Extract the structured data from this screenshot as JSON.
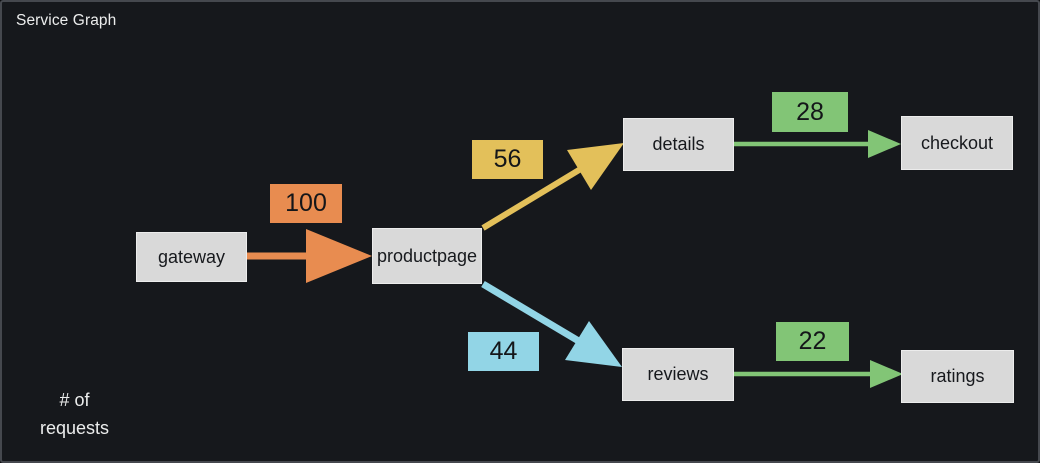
{
  "title": "Service Graph",
  "legend": "# of requests",
  "colors": {
    "background": "#16181c",
    "panel_border": "#45484e",
    "node_bg": "#d9d9d9",
    "node_text": "#17191d",
    "title_text": "#eceded",
    "orange": "#e88c50",
    "yellow": "#e3c05a",
    "cyan": "#92d5e6",
    "green": "#82c576"
  },
  "nodes": [
    {
      "id": "gateway",
      "label": "gateway"
    },
    {
      "id": "productpage",
      "label": "productpage"
    },
    {
      "id": "details",
      "label": "details"
    },
    {
      "id": "checkout",
      "label": "checkout"
    },
    {
      "id": "reviews",
      "label": "reviews"
    },
    {
      "id": "ratings",
      "label": "ratings"
    }
  ],
  "edges": [
    {
      "from": "gateway",
      "to": "productpage",
      "requests": "100",
      "color": "orange"
    },
    {
      "from": "productpage",
      "to": "details",
      "requests": "56",
      "color": "yellow"
    },
    {
      "from": "productpage",
      "to": "reviews",
      "requests": "44",
      "color": "cyan"
    },
    {
      "from": "details",
      "to": "checkout",
      "requests": "28",
      "color": "green"
    },
    {
      "from": "reviews",
      "to": "ratings",
      "requests": "22",
      "color": "green"
    }
  ]
}
